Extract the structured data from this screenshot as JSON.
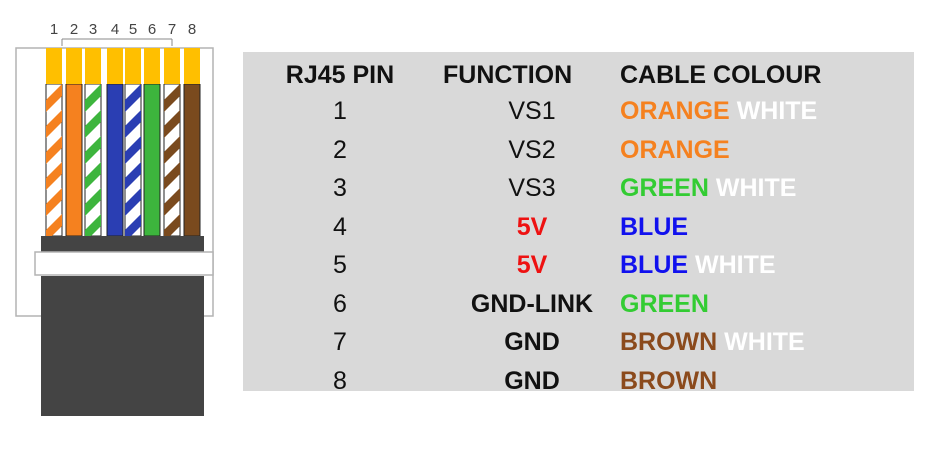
{
  "connector": {
    "pin_numbers": [
      "1",
      "2",
      "3",
      "4",
      "5",
      "6",
      "7",
      "8"
    ],
    "wires": [
      {
        "color": "#f5811f",
        "striped": true
      },
      {
        "color": "#f5811f",
        "striped": false
      },
      {
        "color": "#3db53d",
        "striped": true
      },
      {
        "color": "#2a3eb3",
        "striped": false
      },
      {
        "color": "#2a3eb3",
        "striped": true
      },
      {
        "color": "#3db53d",
        "striped": false
      },
      {
        "color": "#7a4a1e",
        "striped": true
      },
      {
        "color": "#7a4a1e",
        "striped": false
      }
    ],
    "colors": {
      "contacts": "#ffbf00",
      "body": "#444444",
      "outline": "#b3b3b3",
      "wire_white": "#ffffff"
    }
  },
  "table": {
    "headers": {
      "pin": "RJ45 PIN",
      "function": "FUNCTION",
      "colour": "CABLE COLOUR"
    },
    "rows": [
      {
        "pin": "1",
        "function": "VS1",
        "func_color": "#111111",
        "func_bold": false,
        "colour_main": "ORANGE",
        "colour_main_hex": "#f5811f",
        "colour_suffix": "WHITE"
      },
      {
        "pin": "2",
        "function": "VS2",
        "func_color": "#111111",
        "func_bold": false,
        "colour_main": "ORANGE",
        "colour_main_hex": "#f5811f",
        "colour_suffix": ""
      },
      {
        "pin": "3",
        "function": "VS3",
        "func_color": "#111111",
        "func_bold": false,
        "colour_main": "GREEN",
        "colour_main_hex": "#33cc33",
        "colour_suffix": "WHITE"
      },
      {
        "pin": "4",
        "function": "5V",
        "func_color": "#ee1111",
        "func_bold": true,
        "colour_main": "BLUE",
        "colour_main_hex": "#1111ee",
        "colour_suffix": ""
      },
      {
        "pin": "5",
        "function": "5V",
        "func_color": "#ee1111",
        "func_bold": true,
        "colour_main": "BLUE",
        "colour_main_hex": "#1111ee",
        "colour_suffix": "WHITE"
      },
      {
        "pin": "6",
        "function": "GND-LINK",
        "func_color": "#111111",
        "func_bold": true,
        "colour_main": "GREEN",
        "colour_main_hex": "#33cc33",
        "colour_suffix": ""
      },
      {
        "pin": "7",
        "function": "GND",
        "func_color": "#111111",
        "func_bold": true,
        "colour_main": "BROWN",
        "colour_main_hex": "#8b4a1c",
        "colour_suffix": "WHITE"
      },
      {
        "pin": "8",
        "function": "GND",
        "func_color": "#111111",
        "func_bold": true,
        "colour_main": "BROWN",
        "colour_main_hex": "#8b4a1c",
        "colour_suffix": ""
      }
    ],
    "colors": {
      "background": "#d9d9d9",
      "suffix_text": "#ffffff"
    }
  }
}
